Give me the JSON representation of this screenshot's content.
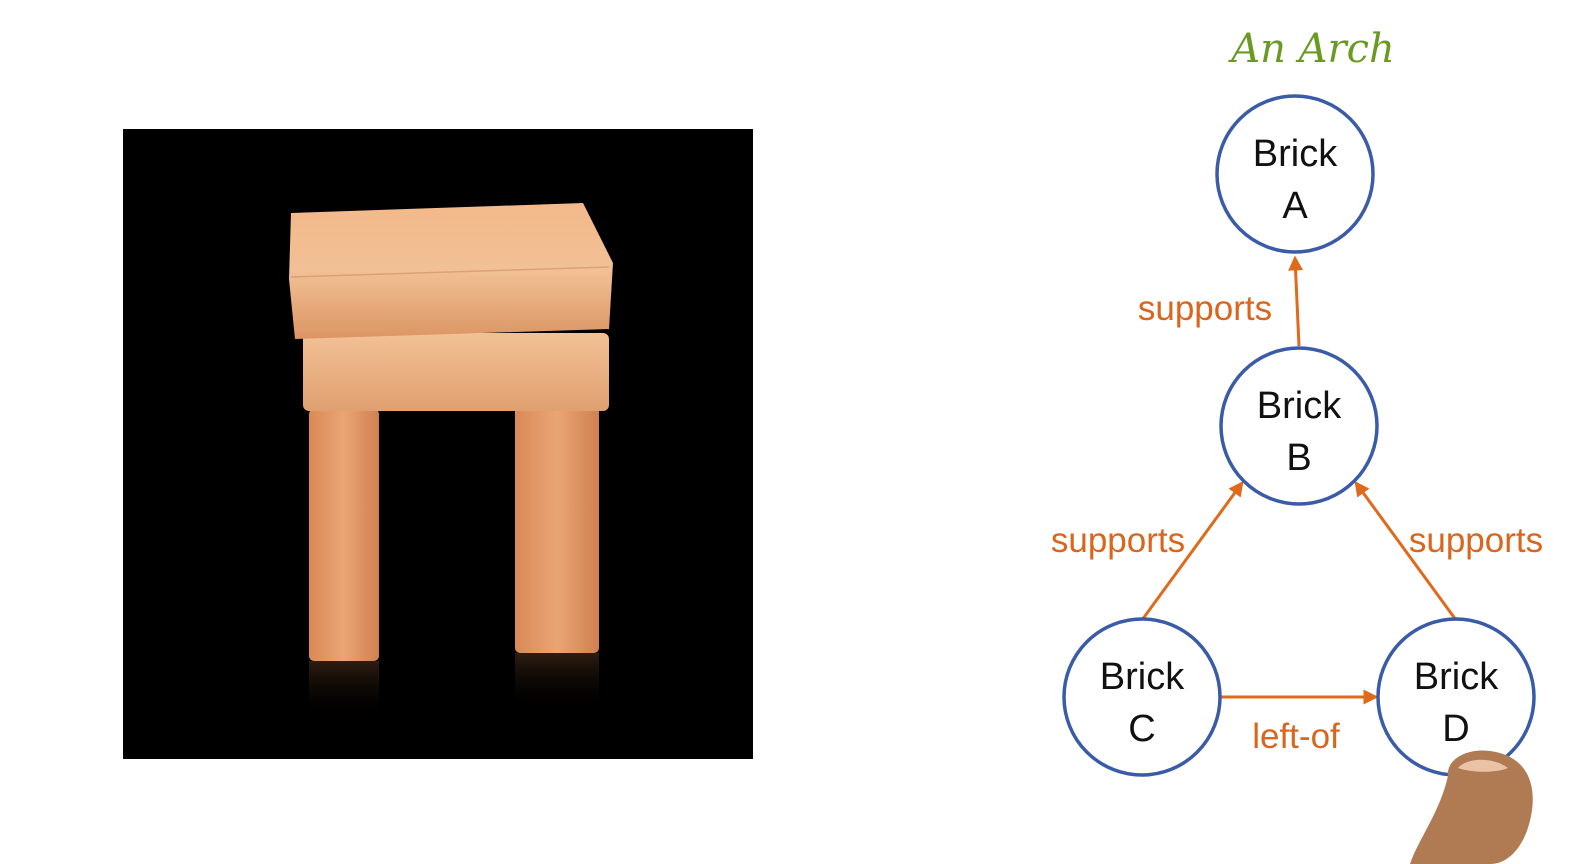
{
  "diagram": {
    "title": "An Arch",
    "nodes": {
      "a": {
        "line1": "Brick",
        "line2": "A"
      },
      "b": {
        "line1": "Brick",
        "line2": "B"
      },
      "c": {
        "line1": "Brick",
        "line2": "C"
      },
      "d": {
        "line1": "Brick",
        "line2": "D"
      }
    },
    "edges": {
      "b_to_a": {
        "from": "Brick B",
        "to": "Brick A",
        "label": "supports"
      },
      "c_to_b": {
        "from": "Brick C",
        "to": "Brick B",
        "label": "supports"
      },
      "d_to_b": {
        "from": "Brick D",
        "to": "Brick B",
        "label": "supports"
      },
      "c_to_d": {
        "from": "Brick C",
        "to": "Brick D",
        "label": "left-of"
      }
    }
  },
  "colors": {
    "title": "#6b9a24",
    "node_border": "#3a5ba8",
    "edge": "#e06a1b",
    "photo_background": "#000000",
    "block": "#e8a06a"
  }
}
